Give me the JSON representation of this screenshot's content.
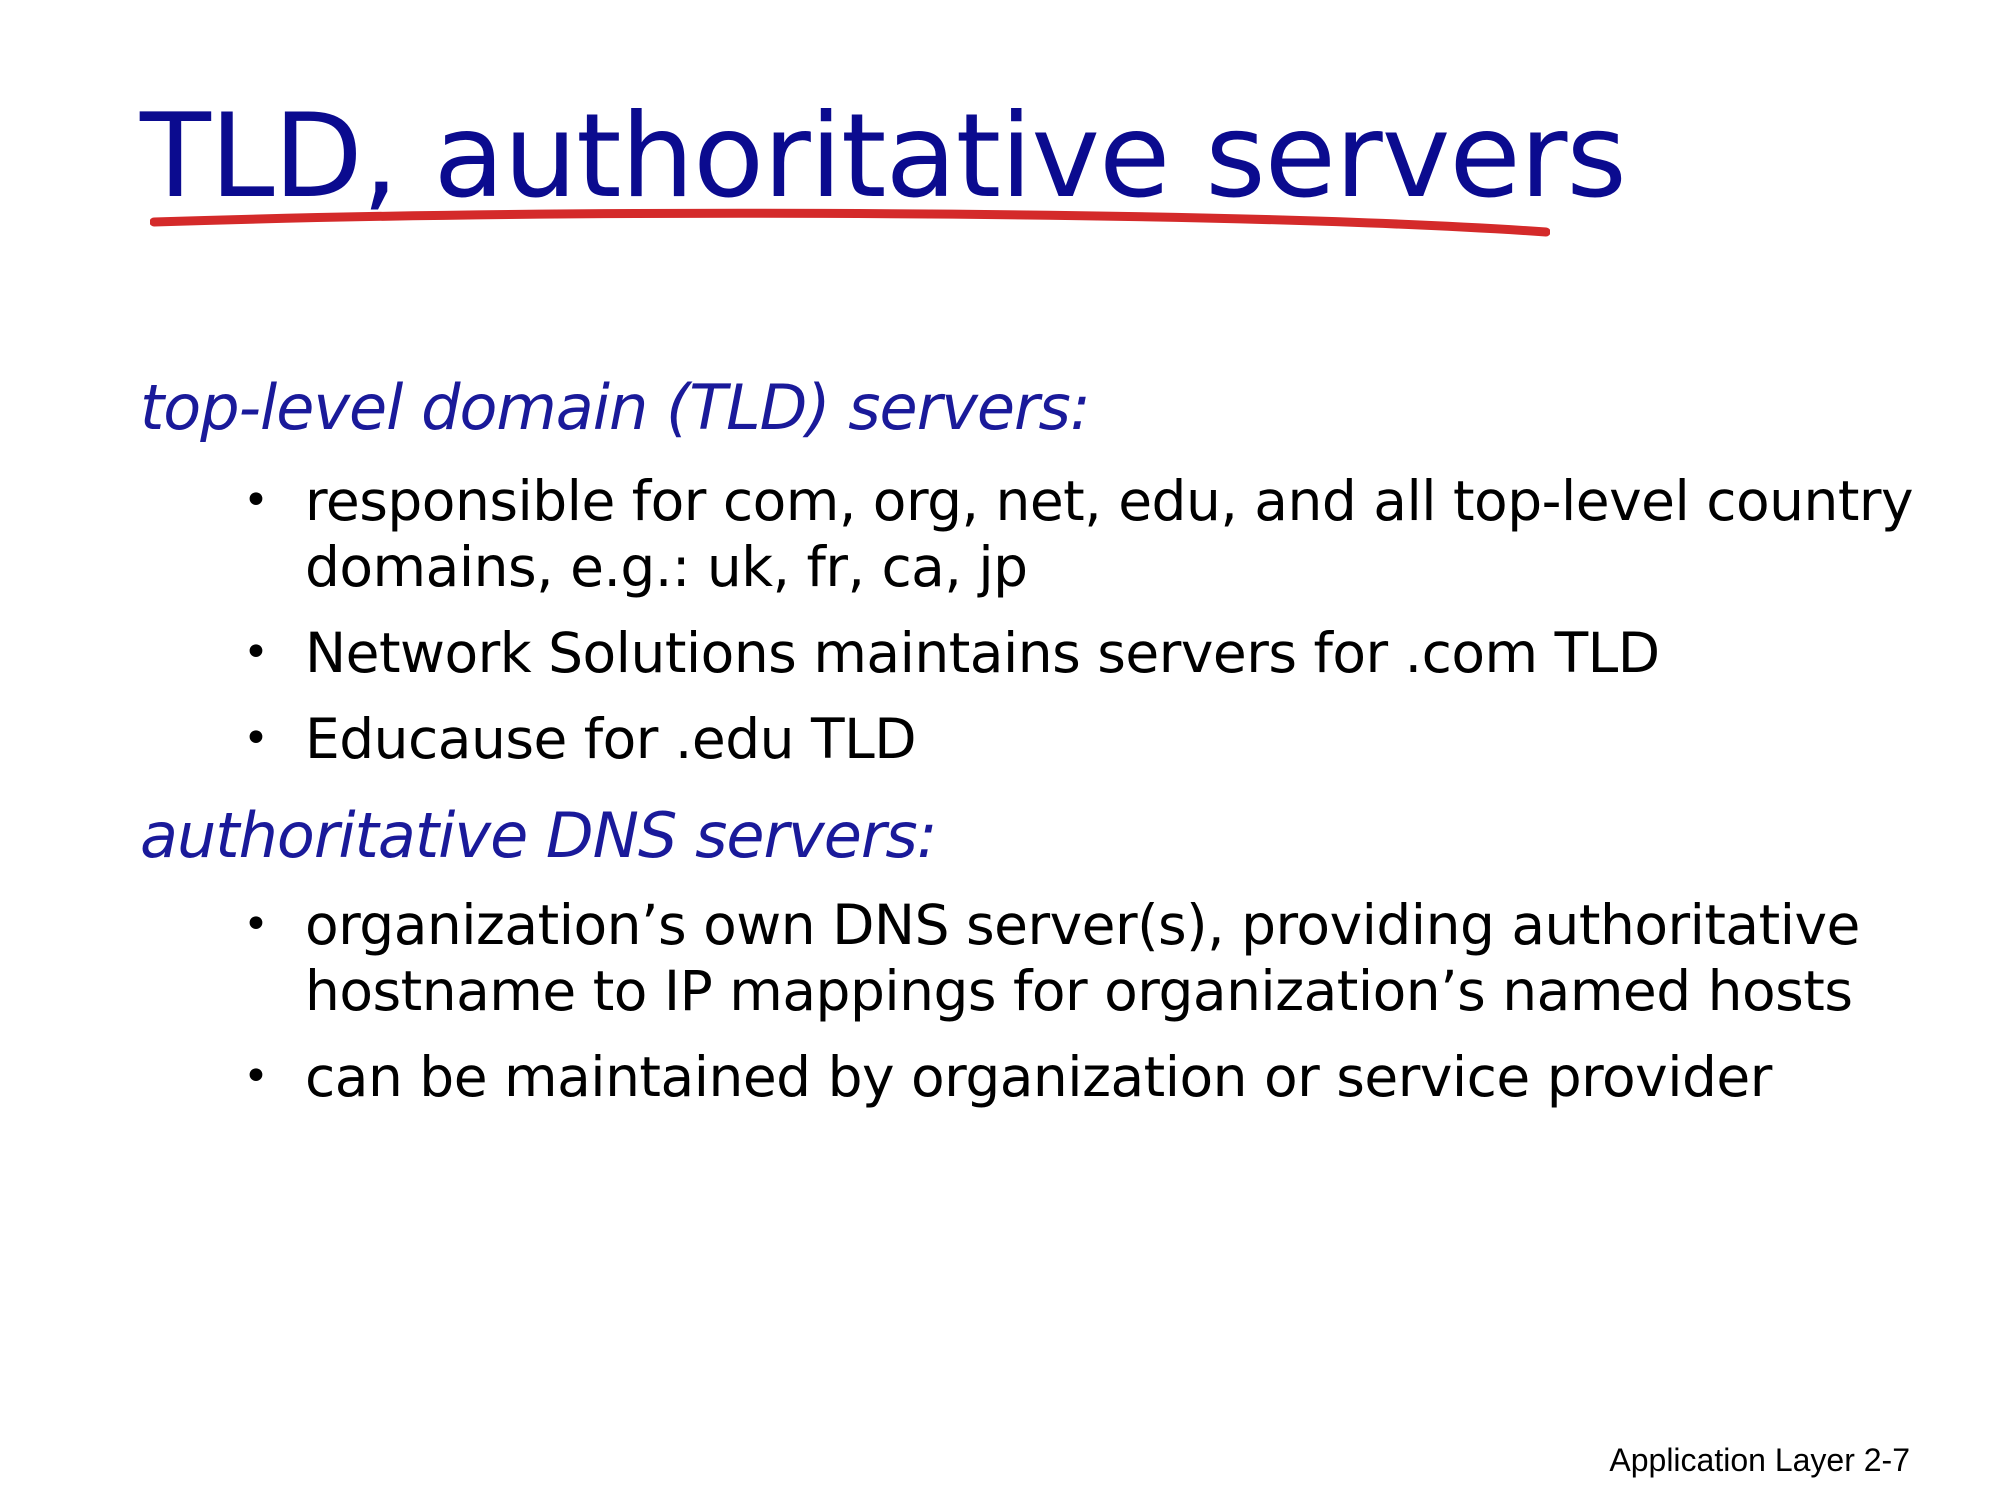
{
  "slide": {
    "title": "TLD, authoritative servers",
    "accent_color": "#0b0b8f",
    "underline_color": "#d42a2a",
    "sections": [
      {
        "heading": "top-level domain (TLD) servers:",
        "bullets": [
          "responsible for com, org, net, edu, and all top-level country domains, e.g.: uk, fr, ca, jp",
          "Network Solutions maintains servers for .com TLD",
          "Educause for .edu TLD"
        ]
      },
      {
        "heading": "authoritative DNS servers:",
        "bullets": [
          "organization’s own DNS server(s), providing authoritative hostname to IP mappings for organization’s named hosts",
          "can be maintained by organization or service provider"
        ]
      }
    ],
    "footer": "Application Layer 2-7"
  }
}
